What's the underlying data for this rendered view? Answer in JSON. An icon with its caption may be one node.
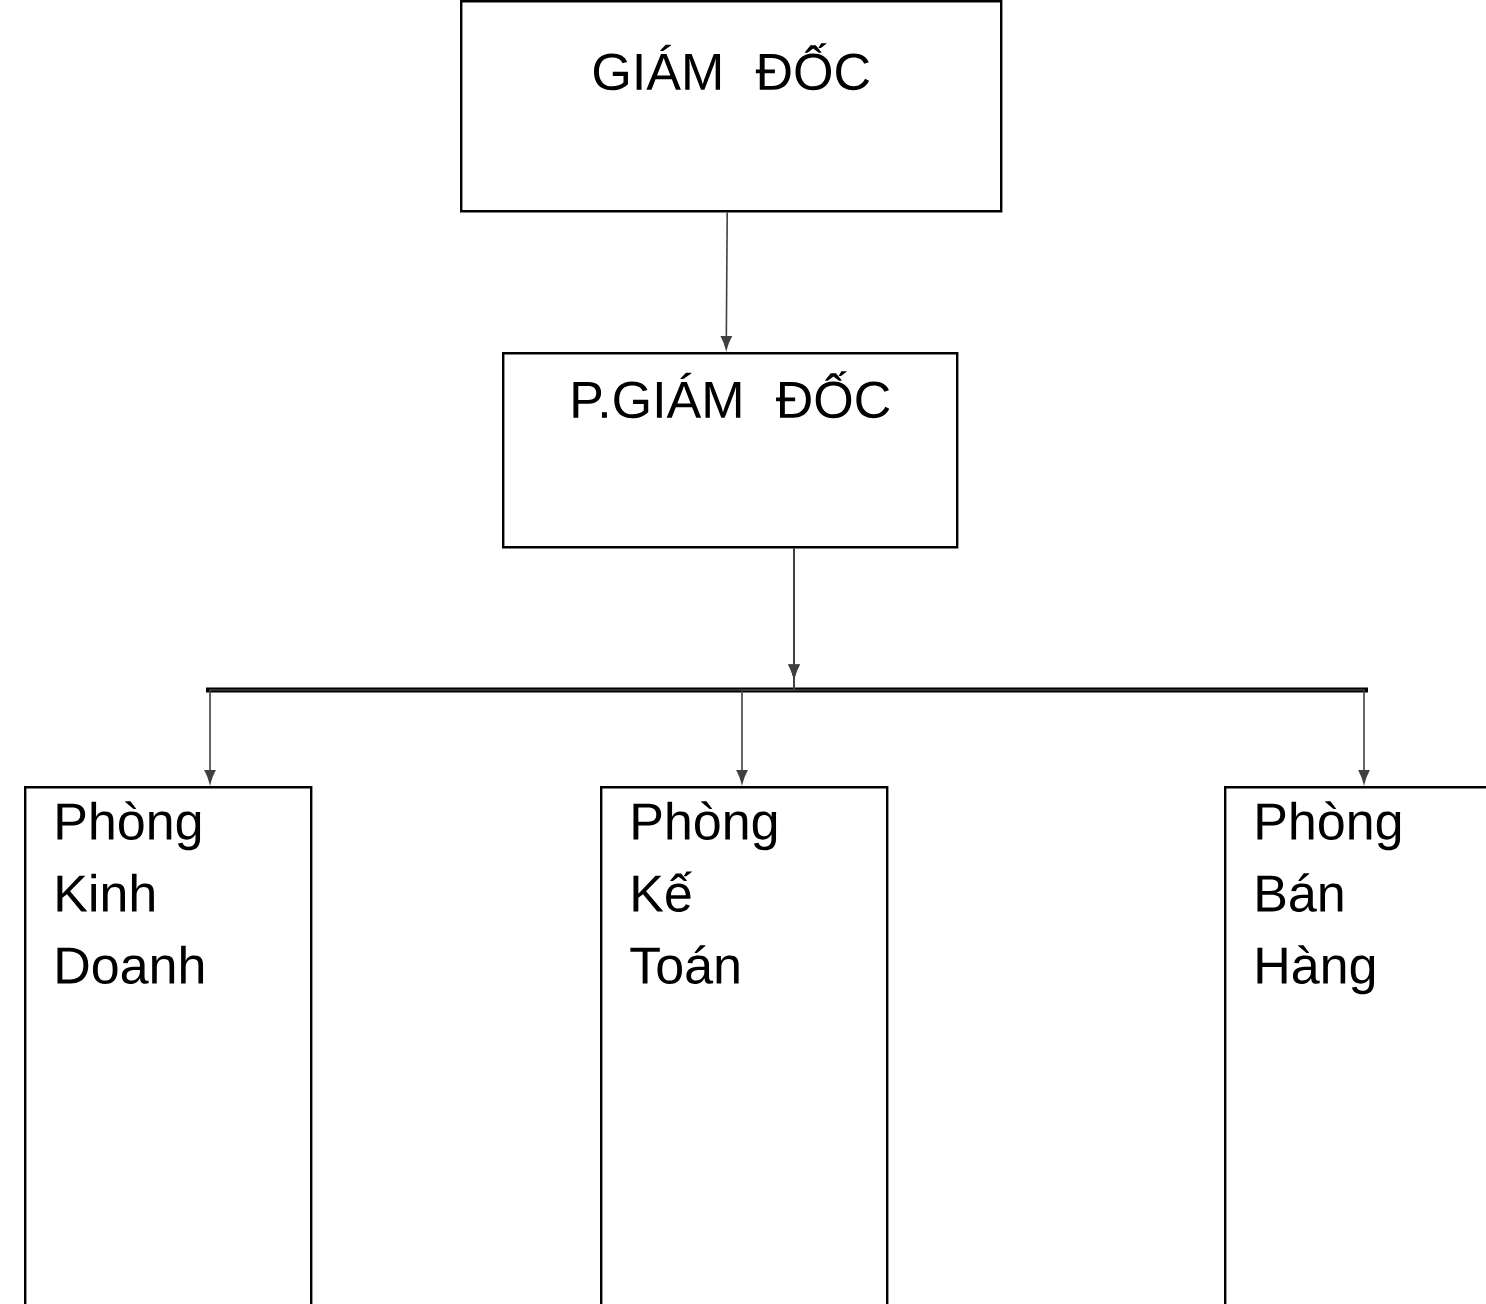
{
  "diagram": {
    "nodes": [
      {
        "text": [
          "GIÁM  ĐỐC"
        ]
      },
      {
        "text": [
          "P.GIÁM  ĐỐC"
        ]
      },
      {
        "text": [
          "Phòng Kinh Doanh"
        ]
      },
      {
        "text": [
          "Phòng Kế Toán"
        ]
      },
      {
        "text": [
          "Phòng Bán Hàng"
        ]
      }
    ],
    "edges": [
      {
        "from": 0,
        "to": 1,
        "arrow": "to"
      },
      {
        "from": 1,
        "to": 2,
        "arrow": "to"
      },
      {
        "from": 1,
        "to": 3,
        "arrow": "to"
      },
      {
        "from": 1,
        "to": 4,
        "arrow": "to"
      }
    ]
  }
}
